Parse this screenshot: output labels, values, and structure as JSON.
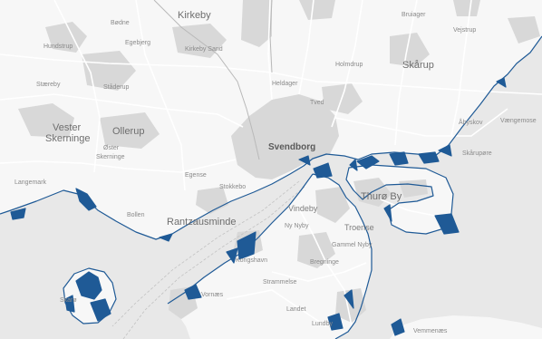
{
  "map": {
    "colors": {
      "land": "#f7f7f7",
      "water": "#e8e8e8",
      "urban": "#d8d8d8",
      "road": "#ffffff",
      "flood": "#1f5a96"
    },
    "places": {
      "kirkeby": "Kirkeby",
      "bodne": "Bødne",
      "egebjerg": "Egebjerg",
      "hundstrup": "Hundstrup",
      "kirkeby_sand": "Kirkeby Sand",
      "bruiager": "Bruiager",
      "vejstrup": "Vejstrup",
      "skarup": "Skårup",
      "holmdrup": "Holmdrup",
      "staereby": "Stæreby",
      "stagerup": "Ståderup",
      "heldager": "Heldager",
      "tved": "Tved",
      "vester_skerninge_1": "Vester",
      "vester_skerninge_2": "Skerninge",
      "ollerup": "Ollerup",
      "oster_skerninge_1": "Øster",
      "oster_skerninge_2": "Skerninge",
      "svendborg": "Svendborg",
      "abyskov": "Åbyskov",
      "vaengemose": "Vængemose",
      "skarupore": "Skårupøre",
      "langemark": "Langemark",
      "egense": "Egense",
      "stokkebo": "Stokkebo",
      "thuro_by": "Thurø By",
      "bollen": "Bollen",
      "rantzausminde": "Rantzausminde",
      "vindeby": "Vindeby",
      "ny_nyby": "Ny Nyby",
      "troense": "Troense",
      "gammel_nyby": "Gammel Nyby",
      "bregninge": "Bregninge",
      "skarø": "Skarø",
      "vornaes": "Vornæs",
      "strammelse": "Strammelse",
      "landet": "Landet",
      "lundby": "Lundby",
      "vemmenaes": "Vemmenæs",
      "kongshavn": "Kongshavn"
    }
  }
}
